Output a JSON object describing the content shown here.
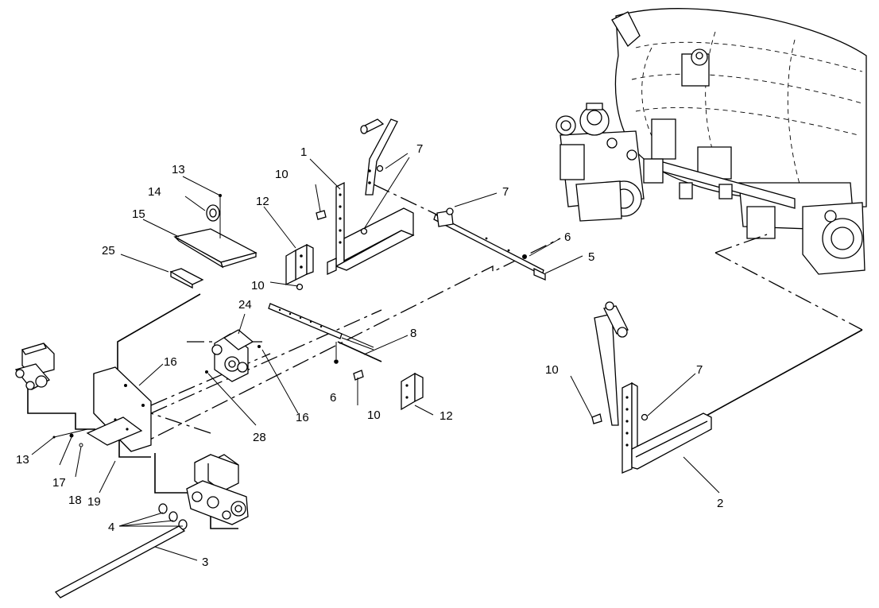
{
  "callouts": {
    "c1": "1",
    "c2": "2",
    "c3": "3",
    "c4": "4",
    "c5": "5",
    "c6a": "6",
    "c6b": "6",
    "c7a": "7",
    "c7b": "7",
    "c7c": "7",
    "c8": "8",
    "c10a": "10",
    "c10b": "10",
    "c10c": "10",
    "c10d": "10",
    "c12a": "12",
    "c12b": "12",
    "c13a": "13",
    "c13b": "13",
    "c14": "14",
    "c15": "15",
    "c16a": "16",
    "c16b": "16",
    "c17": "17",
    "c18": "18",
    "c19": "19",
    "c24": "24",
    "c25": "25",
    "c28": "28"
  }
}
